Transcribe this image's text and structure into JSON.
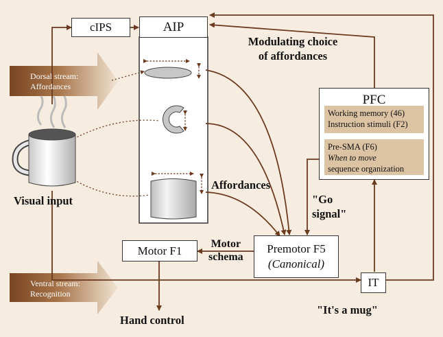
{
  "boxes": {
    "cips": "cIPS",
    "aip": "AIP",
    "pfc": "PFC",
    "motor_f1": "Motor F1",
    "premotor_f5": "Premotor F5",
    "premotor_f5_sub": "(Canonical)",
    "it": "IT"
  },
  "pfc_panels": {
    "upper_line1": "Working memory (46)",
    "upper_line2": "Instruction stimuli (F2)",
    "lower_line1": "Pre-SMA (F6)",
    "lower_line2": "When to move",
    "lower_line3": "sequence organization"
  },
  "streams": {
    "dorsal_line1": "Dorsal stream:",
    "dorsal_line2": "Affordances",
    "ventral_line1": "Ventral stream:",
    "ventral_line2": "Recognition"
  },
  "labels": {
    "modulating_line1": "Modulating choice",
    "modulating_line2": "of affordances",
    "affordances": "Affordances",
    "go_signal_line1": "\"Go",
    "go_signal_line2": "signal\"",
    "motor_schema_line1": "Motor",
    "motor_schema_line2": "schema",
    "visual_input": "Visual input",
    "hand_control": "Hand control",
    "its_a_mug": "\"It's a mug\""
  },
  "colors": {
    "background": "#f6ece0",
    "arrow": "#6b3a1f",
    "pfc_panel": "#dcc3a3",
    "stream_dark": "#7a4522",
    "stream_light": "#f1e4d3"
  }
}
